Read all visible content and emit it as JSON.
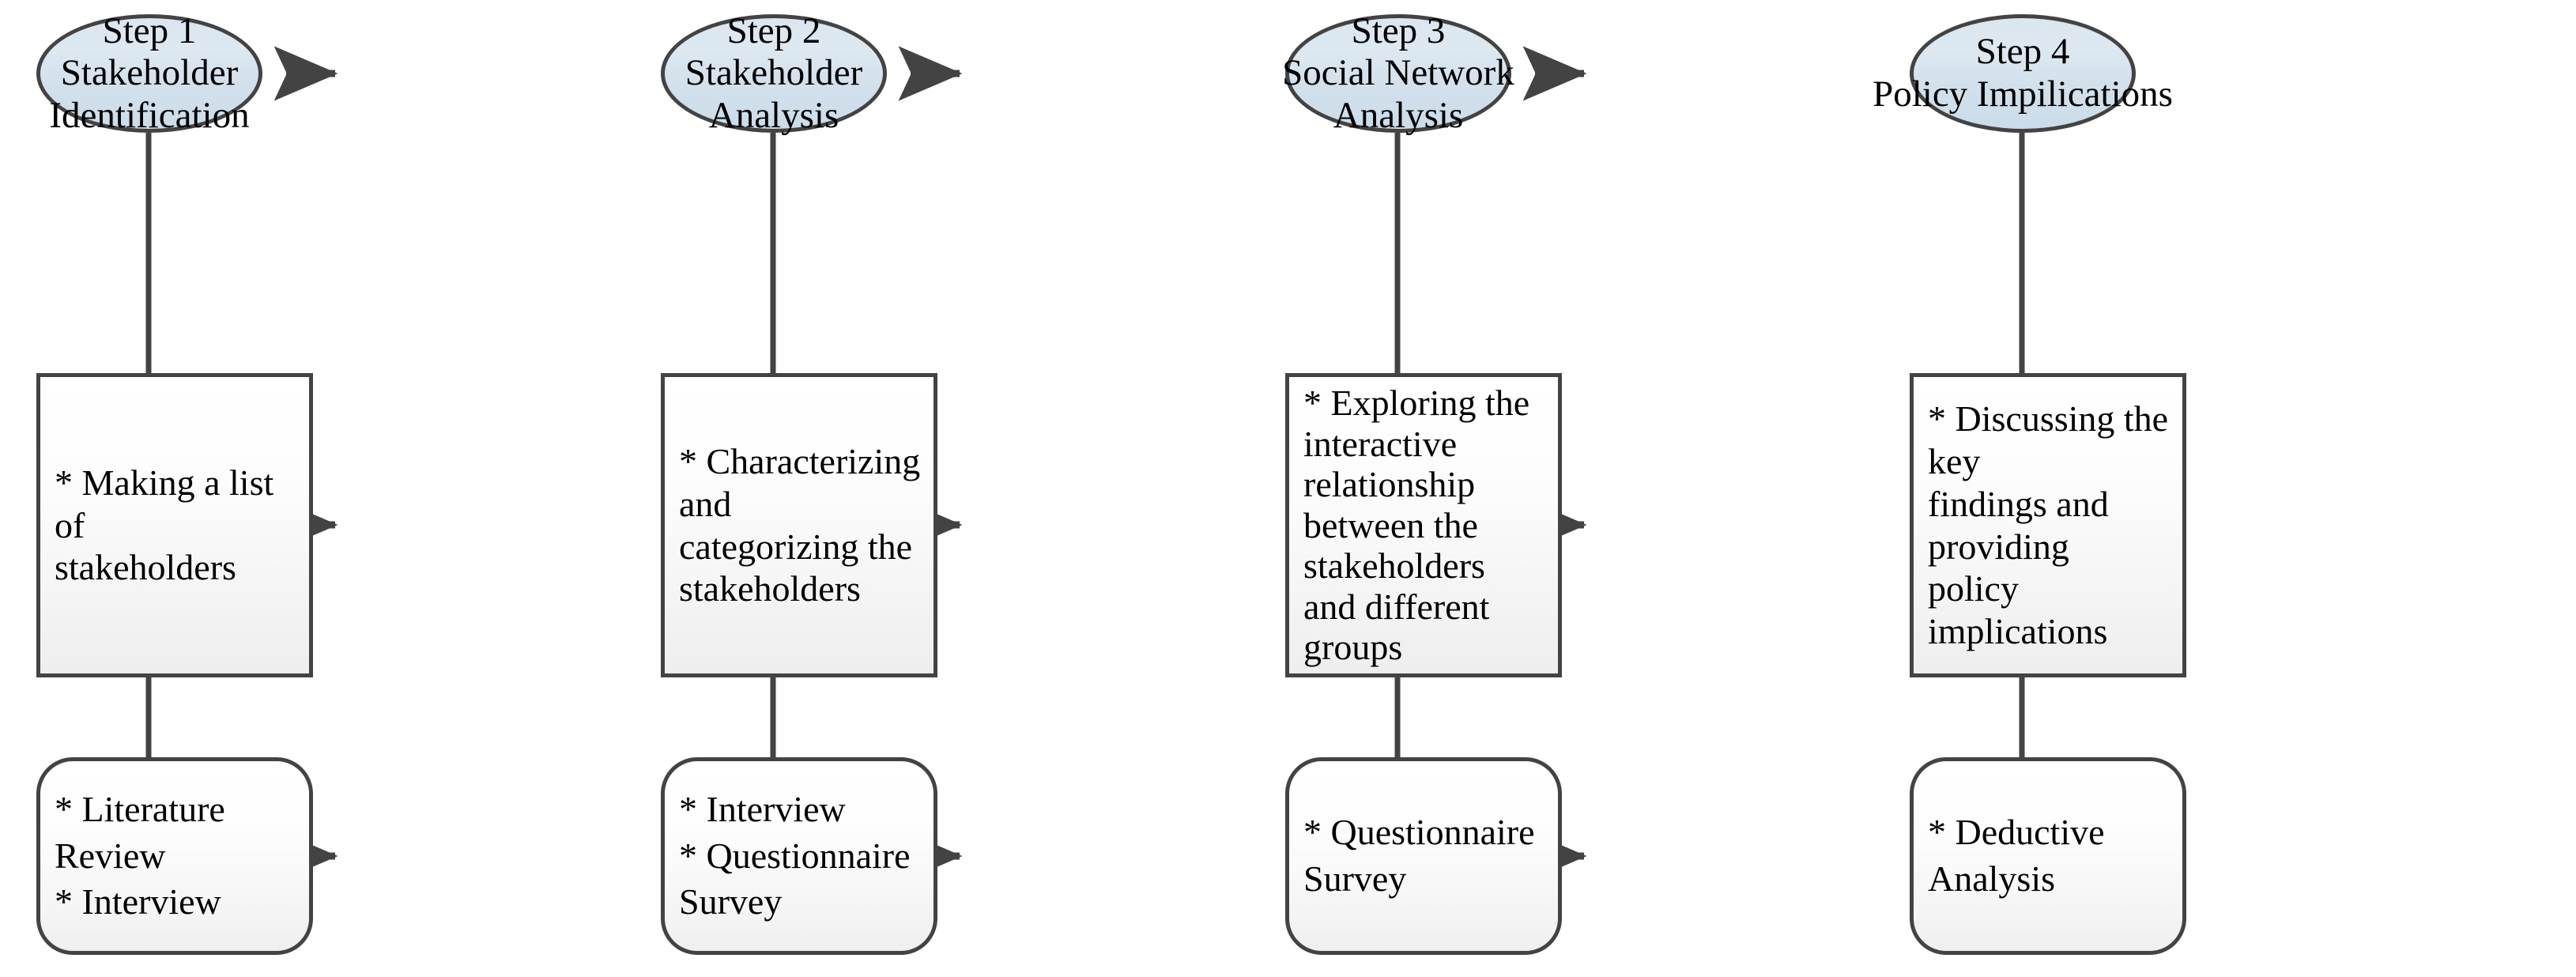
{
  "diagram": {
    "title": "Research framework flowchart",
    "colors": {
      "stroke": "#434343",
      "ellipse_fill_top": "#dbe6f0",
      "ellipse_fill_bottom": "#cbdcea",
      "box_fill_top": "#ffffff",
      "box_fill_bottom": "#eeeeee",
      "text": "#000000",
      "background": "#ffffff"
    },
    "columns": [
      {
        "id": "step-1",
        "step": {
          "lines": [
            "Step 1",
            "Stakeholder",
            "Identification"
          ]
        },
        "activity": {
          "lines": [
            "* Making a list of",
            "stakeholders"
          ]
        },
        "method": {
          "lines": [
            "* Literature Review",
            "* Interview"
          ]
        }
      },
      {
        "id": "step-2",
        "step": {
          "lines": [
            "Step 2",
            "Stakeholder",
            "Analysis"
          ]
        },
        "activity": {
          "lines": [
            "* Characterizing and",
            "categorizing the",
            "stakeholders"
          ]
        },
        "method": {
          "lines": [
            "* Interview",
            "* Questionnaire Survey"
          ]
        }
      },
      {
        "id": "step-3",
        "step": {
          "lines": [
            "Step 3",
            "Social Network",
            "Analysis"
          ]
        },
        "activity": {
          "lines": [
            "* Exploring the",
            "interactive relationship",
            "between the stakeholders",
            "and different groups"
          ]
        },
        "method": {
          "lines": [
            "* Questionnaire Survey"
          ]
        }
      },
      {
        "id": "step-4",
        "step": {
          "lines": [
            "Step 4",
            "Policy Impilications"
          ]
        },
        "activity": {
          "lines": [
            "* Discussing the key",
            "findings and providing",
            "policy implications"
          ]
        },
        "method": {
          "lines": [
            "* Deductive Analysis"
          ]
        }
      }
    ]
  }
}
